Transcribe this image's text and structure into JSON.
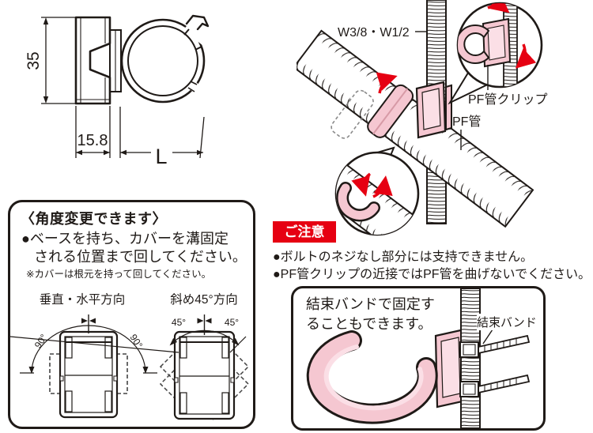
{
  "colors": {
    "accent_red": "#e60012",
    "clip_pink": "#f5c7d1",
    "clip_pink_light": "#fbdfe6",
    "line_black": "#1f1a17"
  },
  "tech_drawing": {
    "height_dim": "35",
    "base_width_dim": "15.8",
    "length_dim": "L"
  },
  "installation": {
    "rod_label": "W3/8・W1/2",
    "clip_label": "PF管クリップ",
    "pipe_label": "PF管"
  },
  "angle_box": {
    "title": "〈角度変更できます〉",
    "instruction_line1": "●ベースを持ち、カバーを溝固定",
    "instruction_line2": "される位置まで回してください。",
    "note": "※カバーは根元を持って回してください。",
    "vertical_diagram": {
      "label": "垂直・水平方向",
      "left_angle": "90°",
      "right_angle": "90°"
    },
    "diagonal_diagram": {
      "label": "斜め45°方向",
      "left_angle": "45°",
      "right_angle": "45°"
    }
  },
  "caution": {
    "badge": "ご注意",
    "item1": "●ボルトのネジなし部分には支持できません。",
    "item2": "●PF管クリップの近接ではPF管を曲げないでください。"
  },
  "band_box": {
    "message_line1": "結束バンドで固定す",
    "message_line2": "ることもできます。",
    "band_label": "結束バンド"
  }
}
